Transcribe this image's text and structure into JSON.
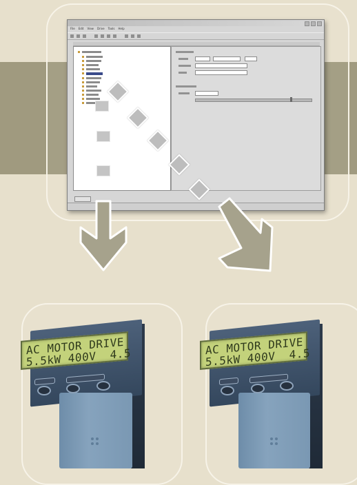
{
  "window": {
    "menu": [
      "File",
      "Edit",
      "View",
      "Drive",
      "Tools",
      "Help"
    ]
  },
  "drives": [
    {
      "display_line1": "AC MOTOR DRIVE",
      "display_line2": "5.5kW 400V  4.5"
    },
    {
      "display_line1": "AC MOTOR DRIVE",
      "display_line2": "5.5kW 400V  4.5"
    }
  ],
  "colors": {
    "background": "#e7e0cc",
    "band": "#a09a7f",
    "arrow": "#a6a28c",
    "lcd": "#c3d27b",
    "drive_body": "#7a98b3"
  }
}
